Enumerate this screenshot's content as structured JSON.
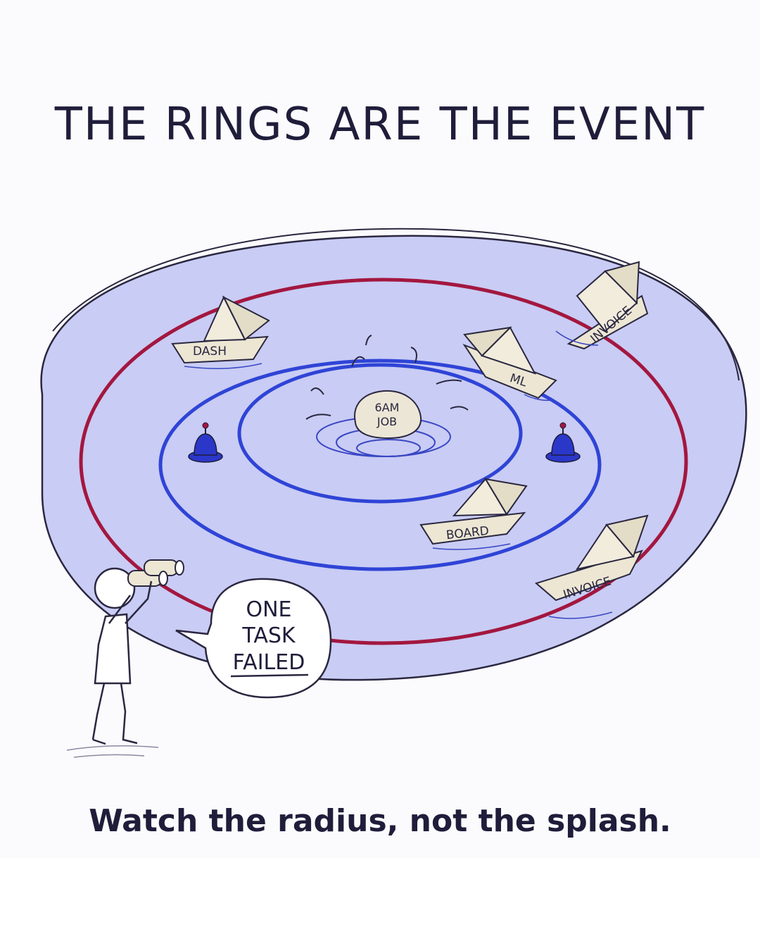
{
  "title": "THE RINGS ARE THE EVENT",
  "caption": "Watch the radius, not the splash.",
  "center": {
    "rock_label_line1": "6AM",
    "rock_label_line2": "JOB"
  },
  "boats": [
    {
      "label": "DASH"
    },
    {
      "label": "ML"
    },
    {
      "label": "INVOICE"
    },
    {
      "label": "BOARD"
    },
    {
      "label": "INVOICE"
    }
  ],
  "speech_bubble": {
    "line1": "ONE",
    "line2": "TASK",
    "line3": "FAILED"
  },
  "colors": {
    "pond_fill": "#c9ccf4",
    "inner_rings": "#2f44d6",
    "outer_ring": "#a3173f",
    "ink": "#1f1d3a",
    "buoy": "#2a37c9"
  }
}
